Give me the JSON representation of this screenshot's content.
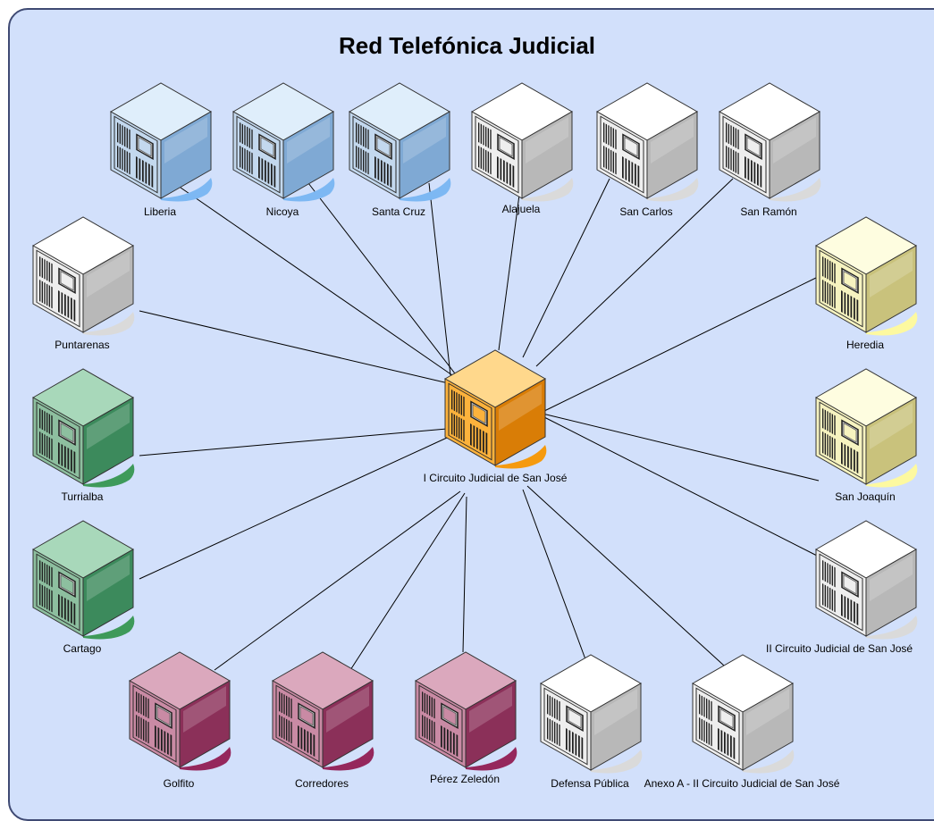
{
  "title": "Red Telefónica Judicial",
  "hub": {
    "label": "I Circuito Judicial de San José",
    "color": "orange"
  },
  "nodes": [
    {
      "label": "Liberia",
      "color": "blue"
    },
    {
      "label": "Nicoya",
      "color": "blue"
    },
    {
      "label": "Santa Cruz",
      "color": "blue"
    },
    {
      "label": "Alajuela",
      "color": "white"
    },
    {
      "label": "San Carlos",
      "color": "white"
    },
    {
      "label": "San Ramón",
      "color": "white"
    },
    {
      "label": "Puntarenas",
      "color": "white"
    },
    {
      "label": "Heredia",
      "color": "yellow"
    },
    {
      "label": "Turrialba",
      "color": "green"
    },
    {
      "label": "San Joaquín",
      "color": "yellow"
    },
    {
      "label": "Cartago",
      "color": "green"
    },
    {
      "label": "II Circuito Judicial de San José",
      "color": "white"
    },
    {
      "label": "Golfito",
      "color": "purple"
    },
    {
      "label": "Corredores",
      "color": "purple"
    },
    {
      "label": "Pérez Zeledón",
      "color": "purple"
    },
    {
      "label": "Defensa Pública",
      "color": "white"
    },
    {
      "label": "Anexo A - II Circuito Judicial de San José",
      "color": "white"
    }
  ],
  "palette": {
    "blue": {
      "top": "#dfeefb",
      "front": "#c3d8ee",
      "side": "#7fa9d4",
      "shadow": "#7db8f3"
    },
    "white": {
      "top": "#ffffff",
      "front": "#eeeeee",
      "side": "#b8b8b8",
      "shadow": "#dadada"
    },
    "yellow": {
      "top": "#fefde0",
      "front": "#f6f3c0",
      "side": "#c9c27c",
      "shadow": "#fdf9a0"
    },
    "green": {
      "top": "#a8d8ba",
      "front": "#8dbf9f",
      "side": "#3c8a5c",
      "shadow": "#3e9a5a"
    },
    "purple": {
      "top": "#dba8bd",
      "front": "#c98aa4",
      "side": "#8b3059",
      "shadow": "#95275c"
    },
    "orange": {
      "top": "#ffd88c",
      "front": "#fcb23c",
      "side": "#d97d06",
      "shadow": "#f59a0e"
    }
  }
}
